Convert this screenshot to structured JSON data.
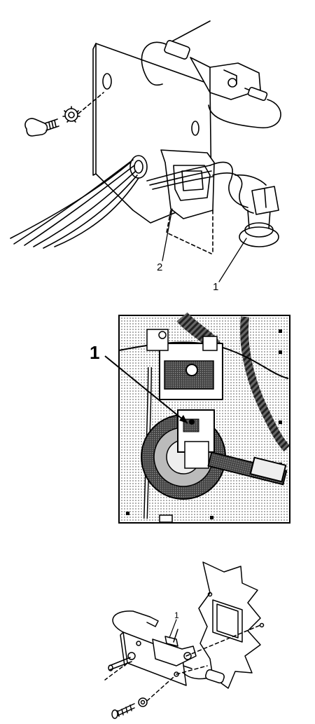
{
  "figures": [
    {
      "callouts": [
        "2",
        "1"
      ]
    },
    {
      "callouts": [
        "1"
      ]
    },
    {
      "callouts": [
        "1"
      ]
    }
  ],
  "colors": {
    "ink": "#000000",
    "paper": "#ffffff",
    "photo_gray": "#9a9a9a"
  }
}
